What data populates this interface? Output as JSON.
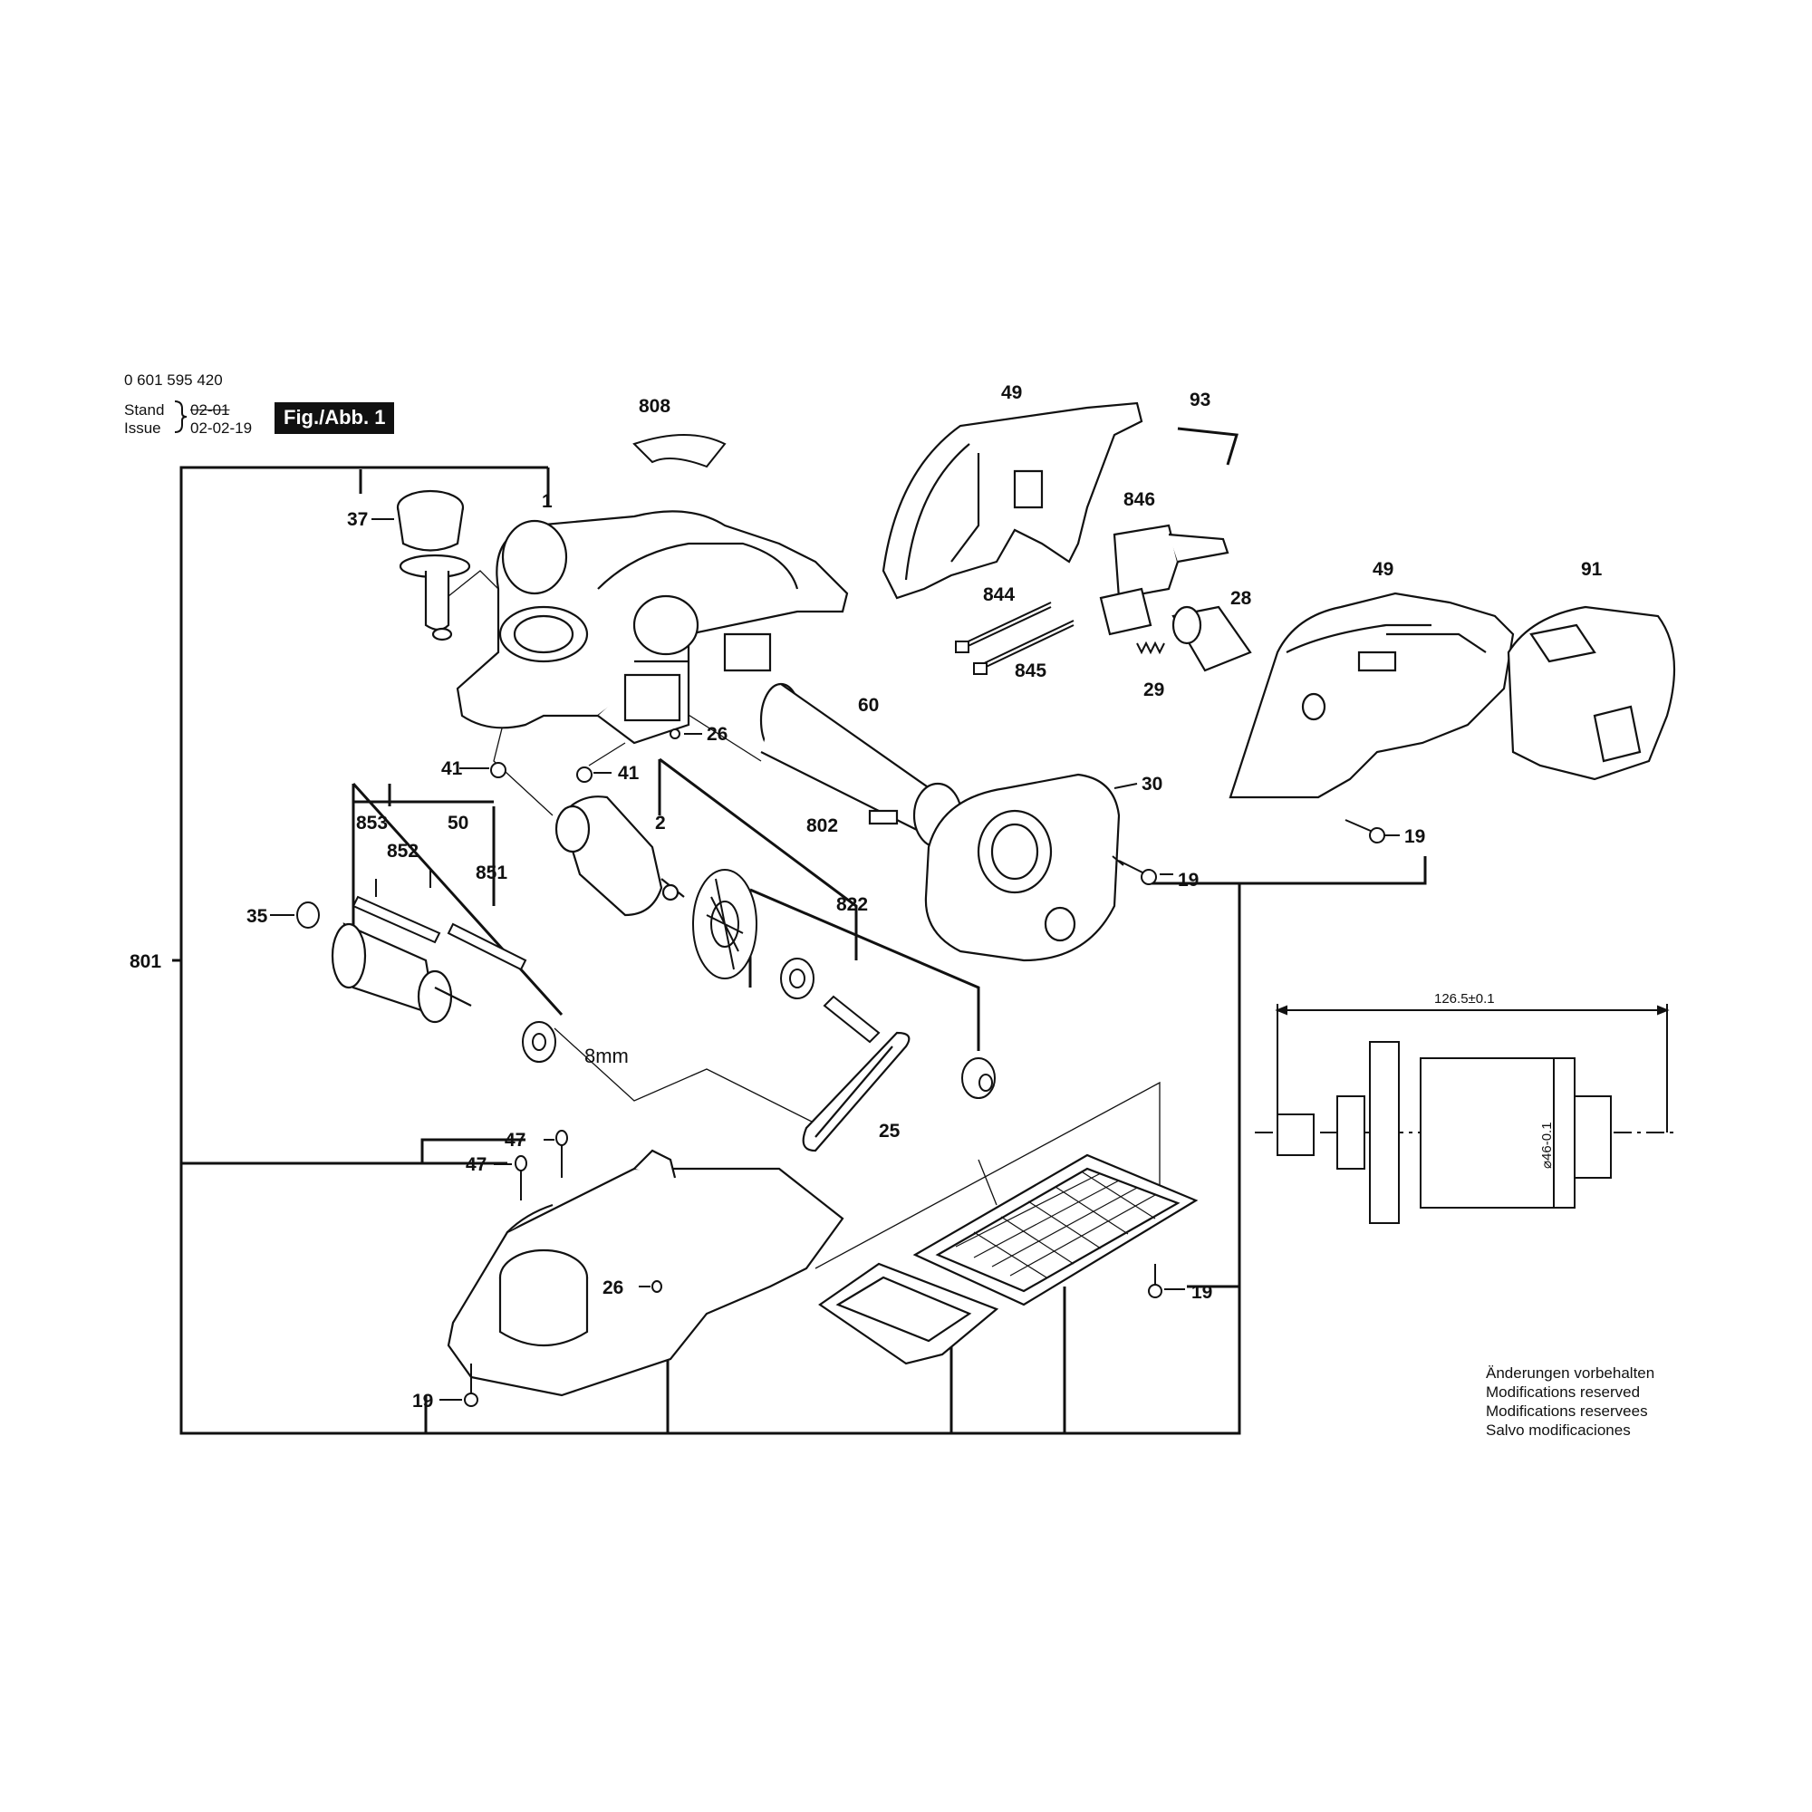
{
  "header": {
    "part_number": "0 601 595 420",
    "stand_label": "Stand",
    "stand_value": "02-01",
    "issue_label": "Issue",
    "issue_value": "02-02-19",
    "figure_badge": "Fig./Abb. 1"
  },
  "callouts": {
    "c808": "808",
    "c49a": "49",
    "c93": "93",
    "c37": "37",
    "c1": "1",
    "c846": "846",
    "c844": "844",
    "c845": "845",
    "c28": "28",
    "c29": "29",
    "c49b": "49",
    "c91": "91",
    "c60": "60",
    "c26a": "26",
    "c41a": "41",
    "c41b": "41",
    "c30": "30",
    "c19a": "19",
    "c19b": "19",
    "c2": "2",
    "c802": "802",
    "c853": "853",
    "c852": "852",
    "c50": "50",
    "c851": "851",
    "c822": "822",
    "c35": "35",
    "c801": "801",
    "c8mm": "8mm",
    "c25": "25",
    "c47a": "47",
    "c47b": "47",
    "c26b": "26",
    "c19c": "19",
    "c19d": "19"
  },
  "dimension": {
    "length": "126.5±0.1",
    "diameter": "⌀46-0.1"
  },
  "notes": [
    "Änderungen vorbehalten",
    "Modifications reserved",
    "Modifications reservees",
    "Salvo modificaciones"
  ]
}
